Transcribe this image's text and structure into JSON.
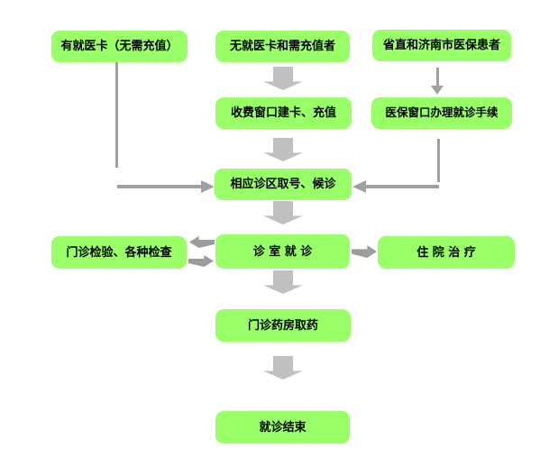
{
  "colors": {
    "background": "#FFFFFF",
    "node_fill": "#99FF66",
    "block_arrow": "#C0C0C0",
    "small_arrow": "#9C9C9C",
    "connector": "#A0A0A0",
    "text": "#000000"
  },
  "nodes": {
    "has_card": {
      "label": "有就医卡（无需充值）"
    },
    "no_card": {
      "label": "无就医卡和需充值者"
    },
    "insured": {
      "label": "省直和济南市医保患者"
    },
    "fee_window": {
      "label": "收费窗口建卡、充值"
    },
    "insurance_window": {
      "label": "医保窗口办理就诊手续"
    },
    "take_number": {
      "label": "相应诊区取号、候诊"
    },
    "exams": {
      "label": "门诊检验、各种检查"
    },
    "consult_room": {
      "label": "诊 室 就 诊"
    },
    "hospitalization": {
      "label": "住 院 治 疗"
    },
    "pharmacy": {
      "label": "门诊药房取药"
    },
    "end": {
      "label": "就诊结束"
    }
  }
}
